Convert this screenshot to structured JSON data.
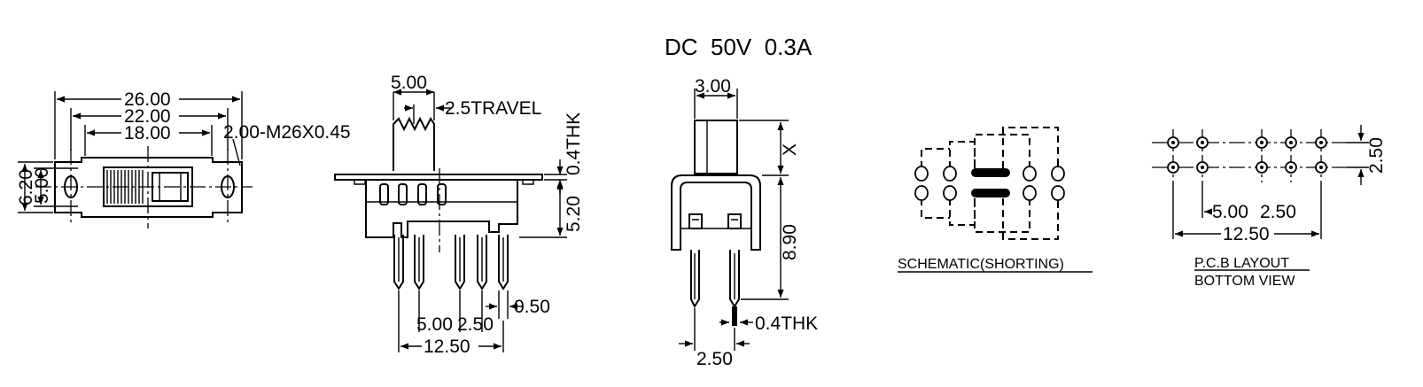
{
  "title": "DC  50V  0.3A",
  "top_view": {
    "dim_overall": "26.00",
    "dim_mount": "22.00",
    "dim_slot": "18.00",
    "dim_screw": "2.00-M26X0.45",
    "dim_h_outer": "6.20",
    "dim_h_inner": "5.00"
  },
  "side_view": {
    "dim_knob": "5.00",
    "dim_travel": "2.5TRAVEL",
    "dim_plate_thk": "0.4THK",
    "dim_body_h": "5.20",
    "dim_pin_w": "0.50",
    "dim_pitch_a": "5.00",
    "dim_pitch_b": "2.50",
    "dim_span": "12.50"
  },
  "end_view": {
    "dim_knob_w": "3.00",
    "dim_x": "X",
    "dim_h": "8.90",
    "dim_pin_thk": "0.4THK",
    "dim_pin_pitch": "2.50"
  },
  "schematic": {
    "caption": "SCHEMATIC(SHORTING)"
  },
  "pcb": {
    "caption_line1": "P.C.B LAYOUT",
    "caption_line2": "BOTTOM VIEW",
    "dim_row": "2.50",
    "dim_pitch_a": "5.00",
    "dim_pitch_b": "2.50",
    "dim_span": "12.50"
  }
}
